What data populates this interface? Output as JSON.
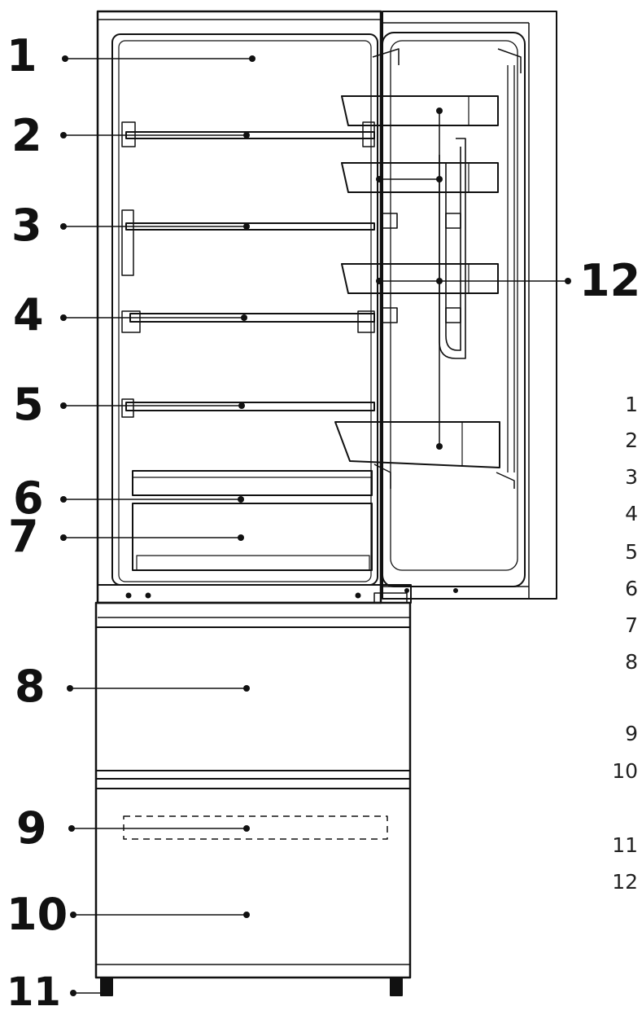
{
  "callouts": [
    "1",
    "2",
    "3",
    "4",
    "5",
    "6",
    "7",
    "8",
    "9",
    "10",
    "11",
    "12"
  ],
  "legend": [
    "1",
    "2",
    "3",
    "4",
    "5",
    "6",
    "7",
    "8",
    "9",
    "10",
    "11",
    "12"
  ],
  "colors": {
    "line": "#111111",
    "fill": "#ffffff"
  }
}
